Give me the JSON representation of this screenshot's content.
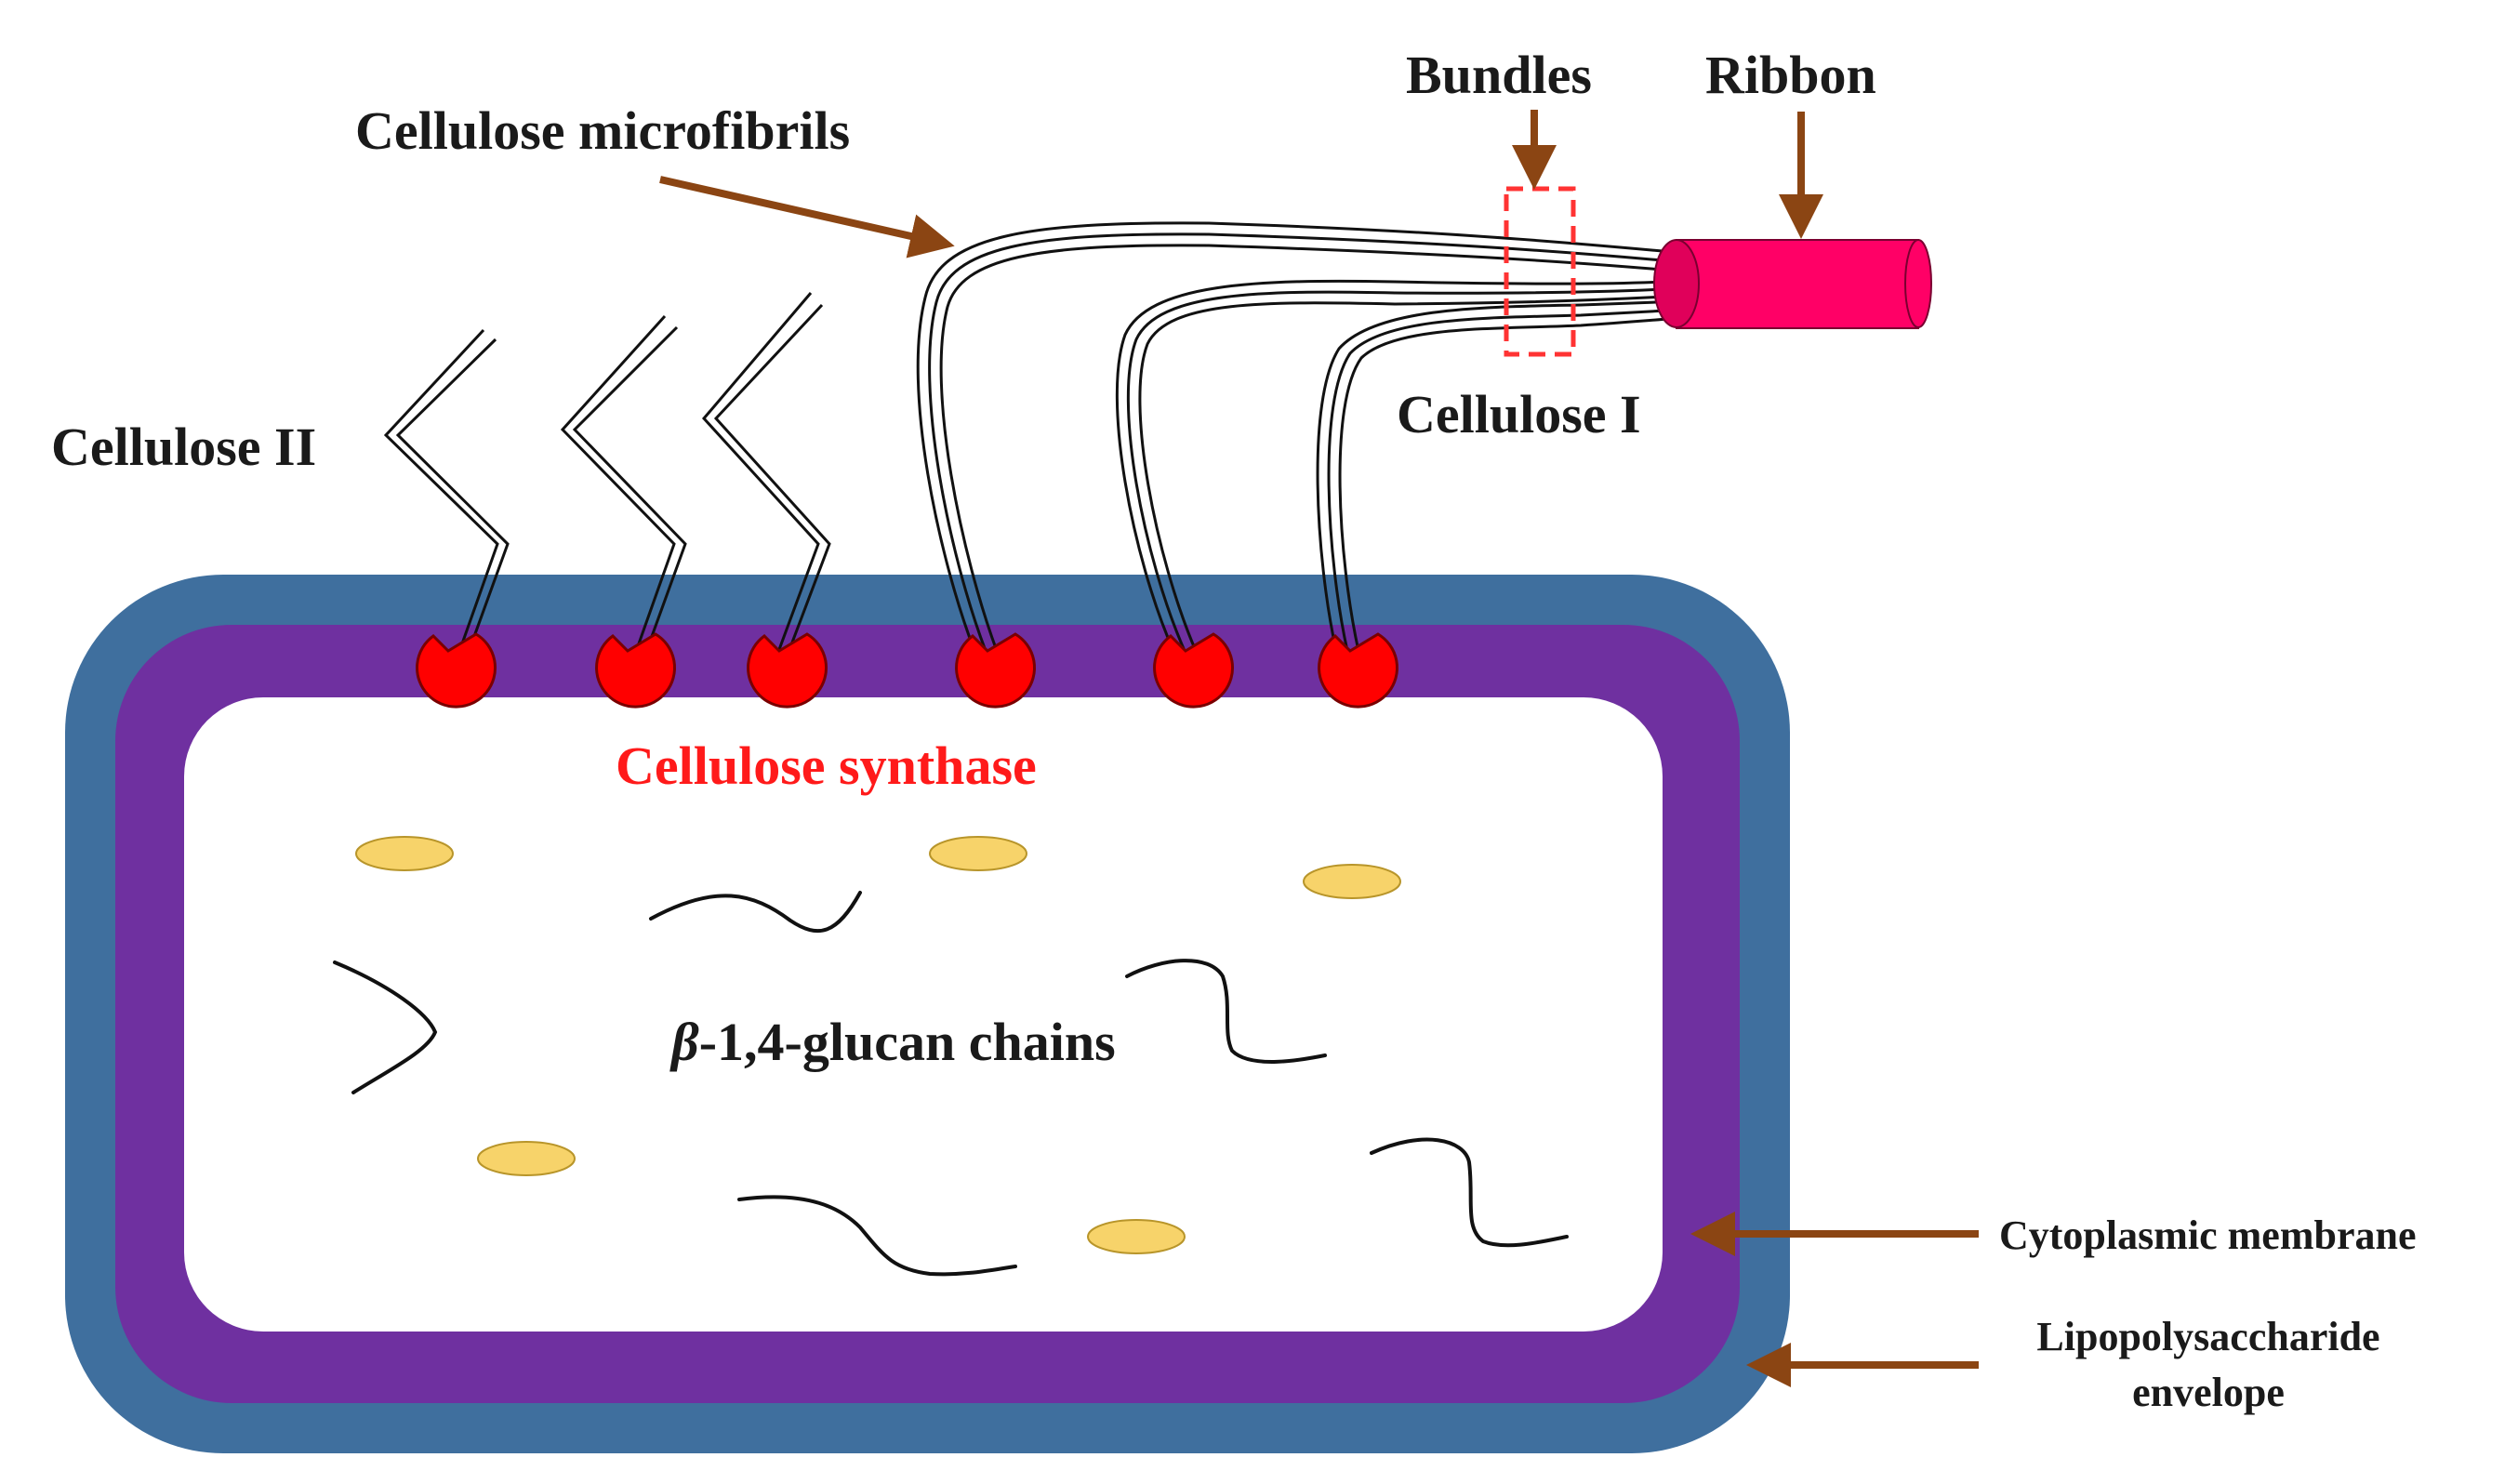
{
  "labels": {
    "cellulose_microfibrils": "Cellulose microfibrils",
    "bundles": "Bundles",
    "ribbon": "Ribbon",
    "cellulose_ii": "Cellulose II",
    "cellulose_i": "Cellulose I",
    "cellulose_synthase": "Cellulose synthase",
    "glucan_beta": "β",
    "glucan_rest": "-1,4-glucan chains",
    "cytoplasmic_membrane": "Cytoplasmic membrane",
    "lps_line1": "Lipopolysaccharide",
    "lps_line2": "envelope"
  },
  "colors": {
    "envelope": "#3f6f9e",
    "membrane": "#6f30a0",
    "synthase": "#ff0000",
    "ribbon": "#ff0066",
    "arrow": "#8b4513",
    "granule": "#f7d36a",
    "bundle_box": "#ff3333"
  }
}
